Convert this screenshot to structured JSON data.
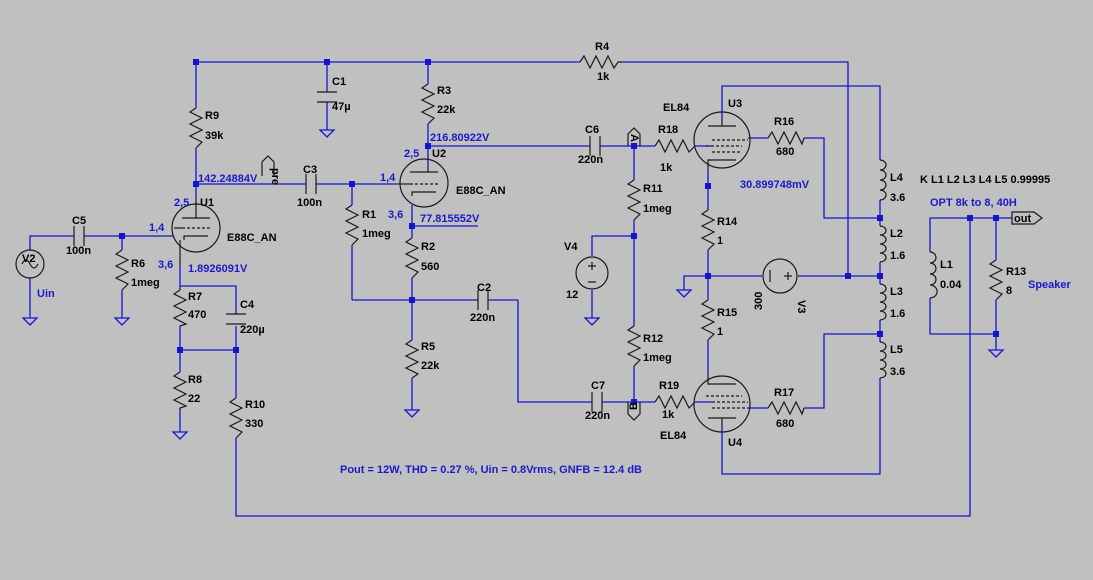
{
  "components": {
    "R4": {
      "name": "R4",
      "value": "1k"
    },
    "C1": {
      "name": "C1",
      "value": "47µ"
    },
    "R3": {
      "name": "R3",
      "value": "22k"
    },
    "R9": {
      "name": "R9",
      "value": "39k"
    },
    "C3": {
      "name": "C3",
      "value": "100n"
    },
    "C5": {
      "name": "C5",
      "value": "100n"
    },
    "R6": {
      "name": "R6",
      "value": "1meg"
    },
    "U1": {
      "name": "U1",
      "model": "E88C_AN",
      "pins_top": "2,5",
      "pins_grid": "1,4",
      "pins_cathode": "3,6"
    },
    "U2": {
      "name": "U2",
      "model": "E88C_AN",
      "pins_top": "2,5",
      "pins_grid": "1,4",
      "pins_cathode": "3,6"
    },
    "R1": {
      "name": "R1",
      "value": "1meg"
    },
    "R2": {
      "name": "R2",
      "value": "560"
    },
    "R5": {
      "name": "R5",
      "value": "22k"
    },
    "C2": {
      "name": "C2",
      "value": "220n"
    },
    "R7": {
      "name": "R7",
      "value": "470"
    },
    "C4": {
      "name": "C4",
      "value": "220µ"
    },
    "R8": {
      "name": "R8",
      "value": "22"
    },
    "R10": {
      "name": "R10",
      "value": "330"
    },
    "C6": {
      "name": "C6",
      "value": "220n"
    },
    "C7": {
      "name": "C7",
      "value": "220n"
    },
    "R18": {
      "name": "R18",
      "value": "1k"
    },
    "R19": {
      "name": "R19",
      "value": "1k"
    },
    "R11": {
      "name": "R11",
      "value": "1meg"
    },
    "R12": {
      "name": "R12",
      "value": "1meg"
    },
    "V4": {
      "name": "V4",
      "value": "12"
    },
    "V2": {
      "name": "V2",
      "label": "Uin"
    },
    "U3": {
      "name": "U3",
      "model": "EL84"
    },
    "U4": {
      "name": "U4",
      "model": "EL84"
    },
    "R16": {
      "name": "R16",
      "value": "680"
    },
    "R17": {
      "name": "R17",
      "value": "680"
    },
    "R14": {
      "name": "R14",
      "value": "1"
    },
    "R15": {
      "name": "R15",
      "value": "1"
    },
    "V3": {
      "name": "V3",
      "value": "300"
    },
    "L4": {
      "name": "L4",
      "value": "3.6"
    },
    "L2": {
      "name": "L2",
      "value": "1.6"
    },
    "L3": {
      "name": "L3",
      "value": "1.6"
    },
    "L5": {
      "name": "L5",
      "value": "3.6"
    },
    "L1": {
      "name": "L1",
      "value": "0.04"
    },
    "R13": {
      "name": "R13",
      "value": "8"
    }
  },
  "nodes": {
    "v_u1_plate": "142.24884V",
    "v_u1_cathode": "1.8926091V",
    "v_u2_plate": "216.80922V",
    "v_u2_cathode": "77.815552V",
    "v_el84_cathode": "30.899748mV",
    "pre": "pre",
    "A": "A",
    "B": "B",
    "out": "out"
  },
  "directives": {
    "coupling": "K L1 L2 L3 L4 L5 0.99995",
    "opt_note": "OPT 8k to 8, 40H",
    "speaker": "Speaker",
    "summary": "Pout = 12W,  THD = 0.27 %,  Uin = 0.8Vrms, GNFB = 12.4 dB"
  }
}
